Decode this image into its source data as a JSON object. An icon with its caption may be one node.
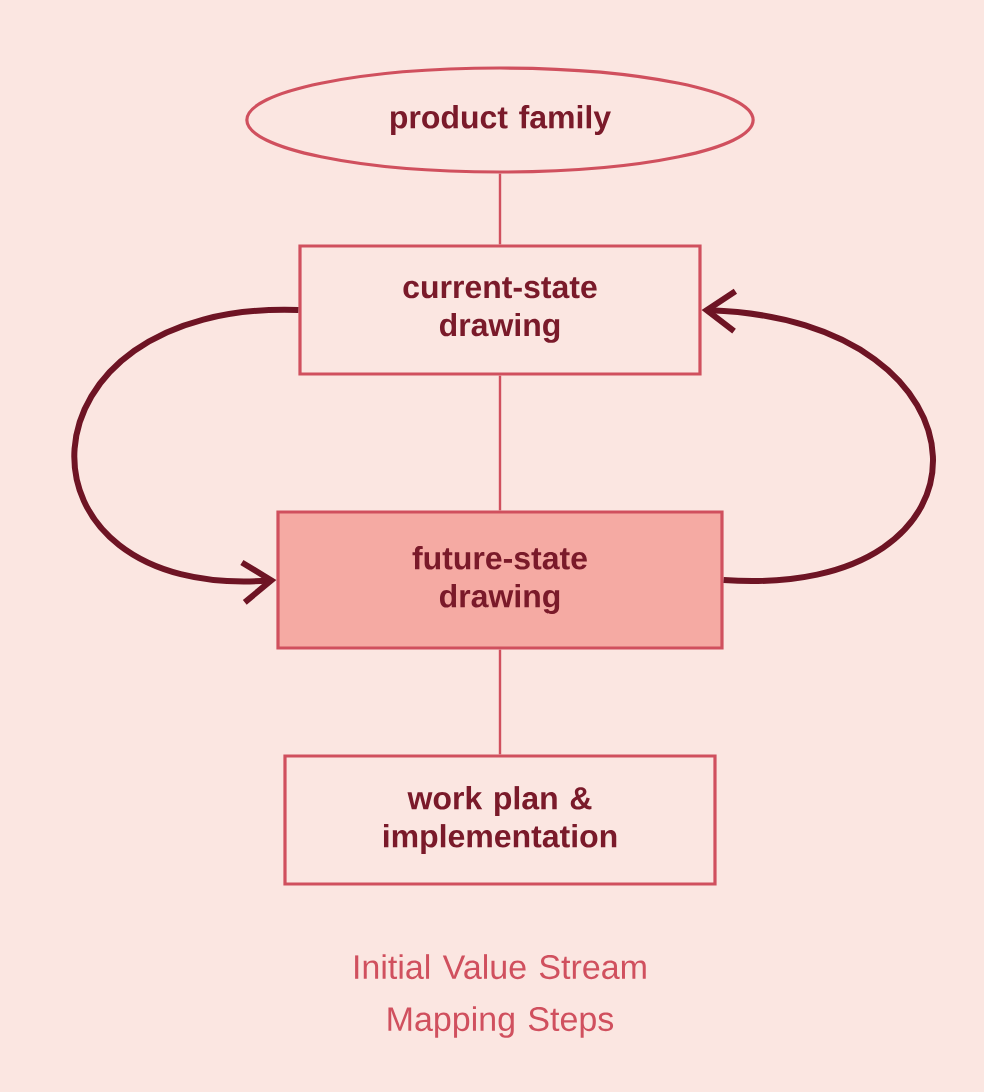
{
  "diagram": {
    "caption": "Initial Value Stream Mapping Steps",
    "nodes": [
      {
        "text": [
          "product family"
        ]
      },
      {
        "text": [
          "current-state drawing"
        ]
      },
      {
        "text": [
          "future-state drawing"
        ]
      },
      {
        "text": [
          "work plan & implementation"
        ]
      }
    ],
    "edges": [
      {
        "from": 0,
        "to": 1,
        "arrow": "none"
      },
      {
        "from": 1,
        "to": 2,
        "arrow": "none"
      },
      {
        "from": 2,
        "to": 3,
        "arrow": "none"
      },
      {
        "from": 1,
        "to": 2,
        "arrow": "to",
        "style": "thick",
        "color": "#6e1424"
      },
      {
        "from": 2,
        "to": 1,
        "arrow": "to",
        "style": "thick",
        "color": "#6e1424"
      }
    ]
  }
}
